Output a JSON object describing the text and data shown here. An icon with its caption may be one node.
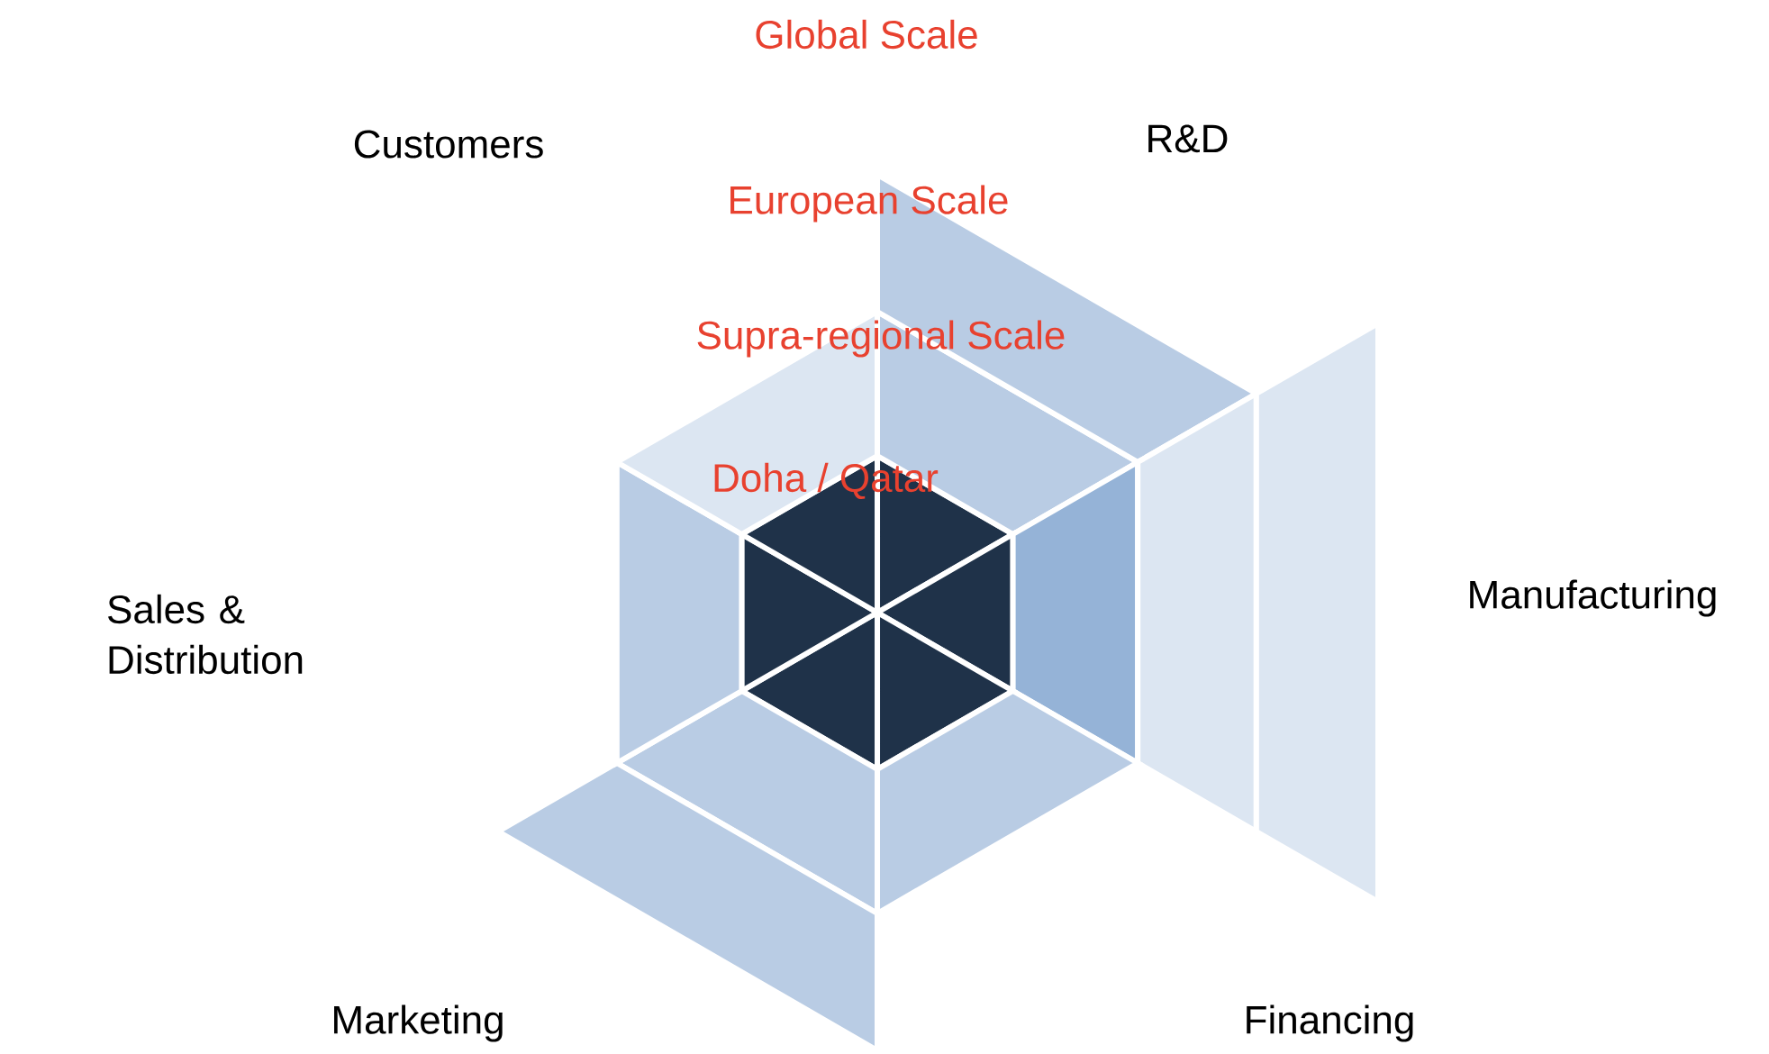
{
  "diagram": {
    "labels": [
      "Global Scale",
      "Customers",
      "R&D",
      "European Scale",
      "Supra-regional Scale",
      "Doha / Qatar",
      "Sales & Distribution",
      "Manufacturing",
      "Marketing",
      "Financing"
    ]
  }
}
